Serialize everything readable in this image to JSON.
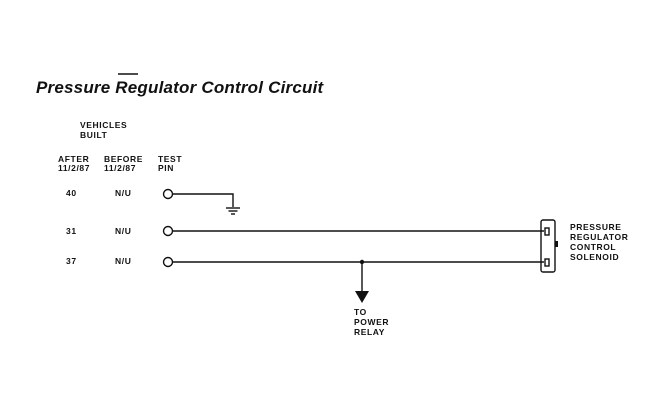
{
  "title": "Pressure Regulator Control Circuit",
  "header": {
    "vehicles": "VEHICLES",
    "built": "BUILT",
    "after": "AFTER",
    "after_date": "11/2/87",
    "before": "BEFORE",
    "before_date": "11/2/87",
    "test": "TEST",
    "pin": "PIN"
  },
  "rows": [
    {
      "after": "40",
      "before": "N/U"
    },
    {
      "after": "31",
      "before": "N/U"
    },
    {
      "after": "37",
      "before": "N/U"
    }
  ],
  "solenoid_label": [
    "PRESSURE",
    "REGULATOR",
    "CONTROL",
    "SOLENOID"
  ],
  "relay_label": [
    "TO",
    "POWER",
    "RELAY"
  ]
}
